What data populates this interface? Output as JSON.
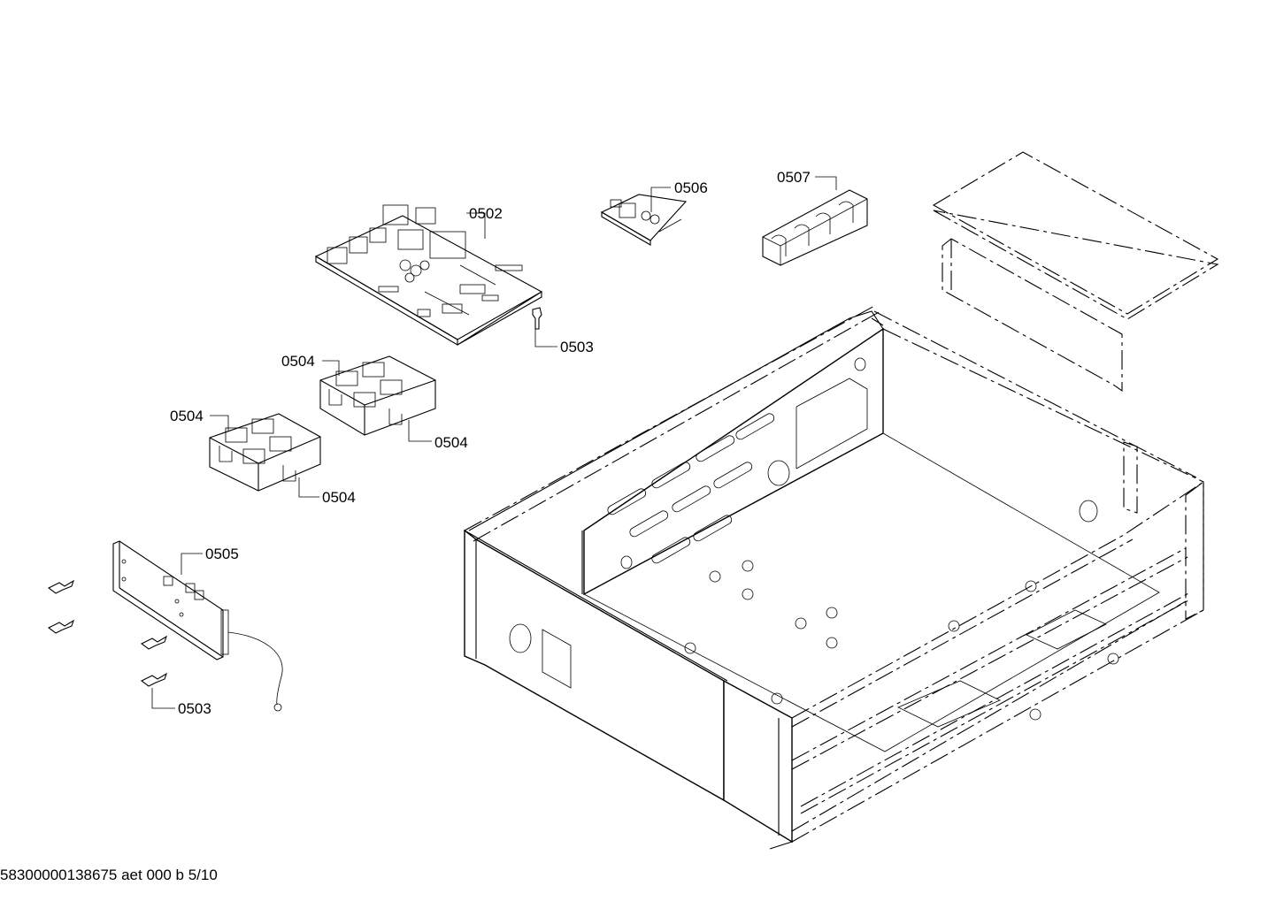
{
  "diagram": {
    "part_labels": {
      "p0502": "0502",
      "p0503_top": "0503",
      "p0503_bottom": "0503",
      "p0504_a": "0504",
      "p0504_b": "0504",
      "p0504_c": "0504",
      "p0504_d": "0504",
      "p0505": "0505",
      "p0506": "0506",
      "p0507": "0507"
    }
  },
  "footer": {
    "drawing_code": "58300000138675 aet 000 b 5/10"
  }
}
